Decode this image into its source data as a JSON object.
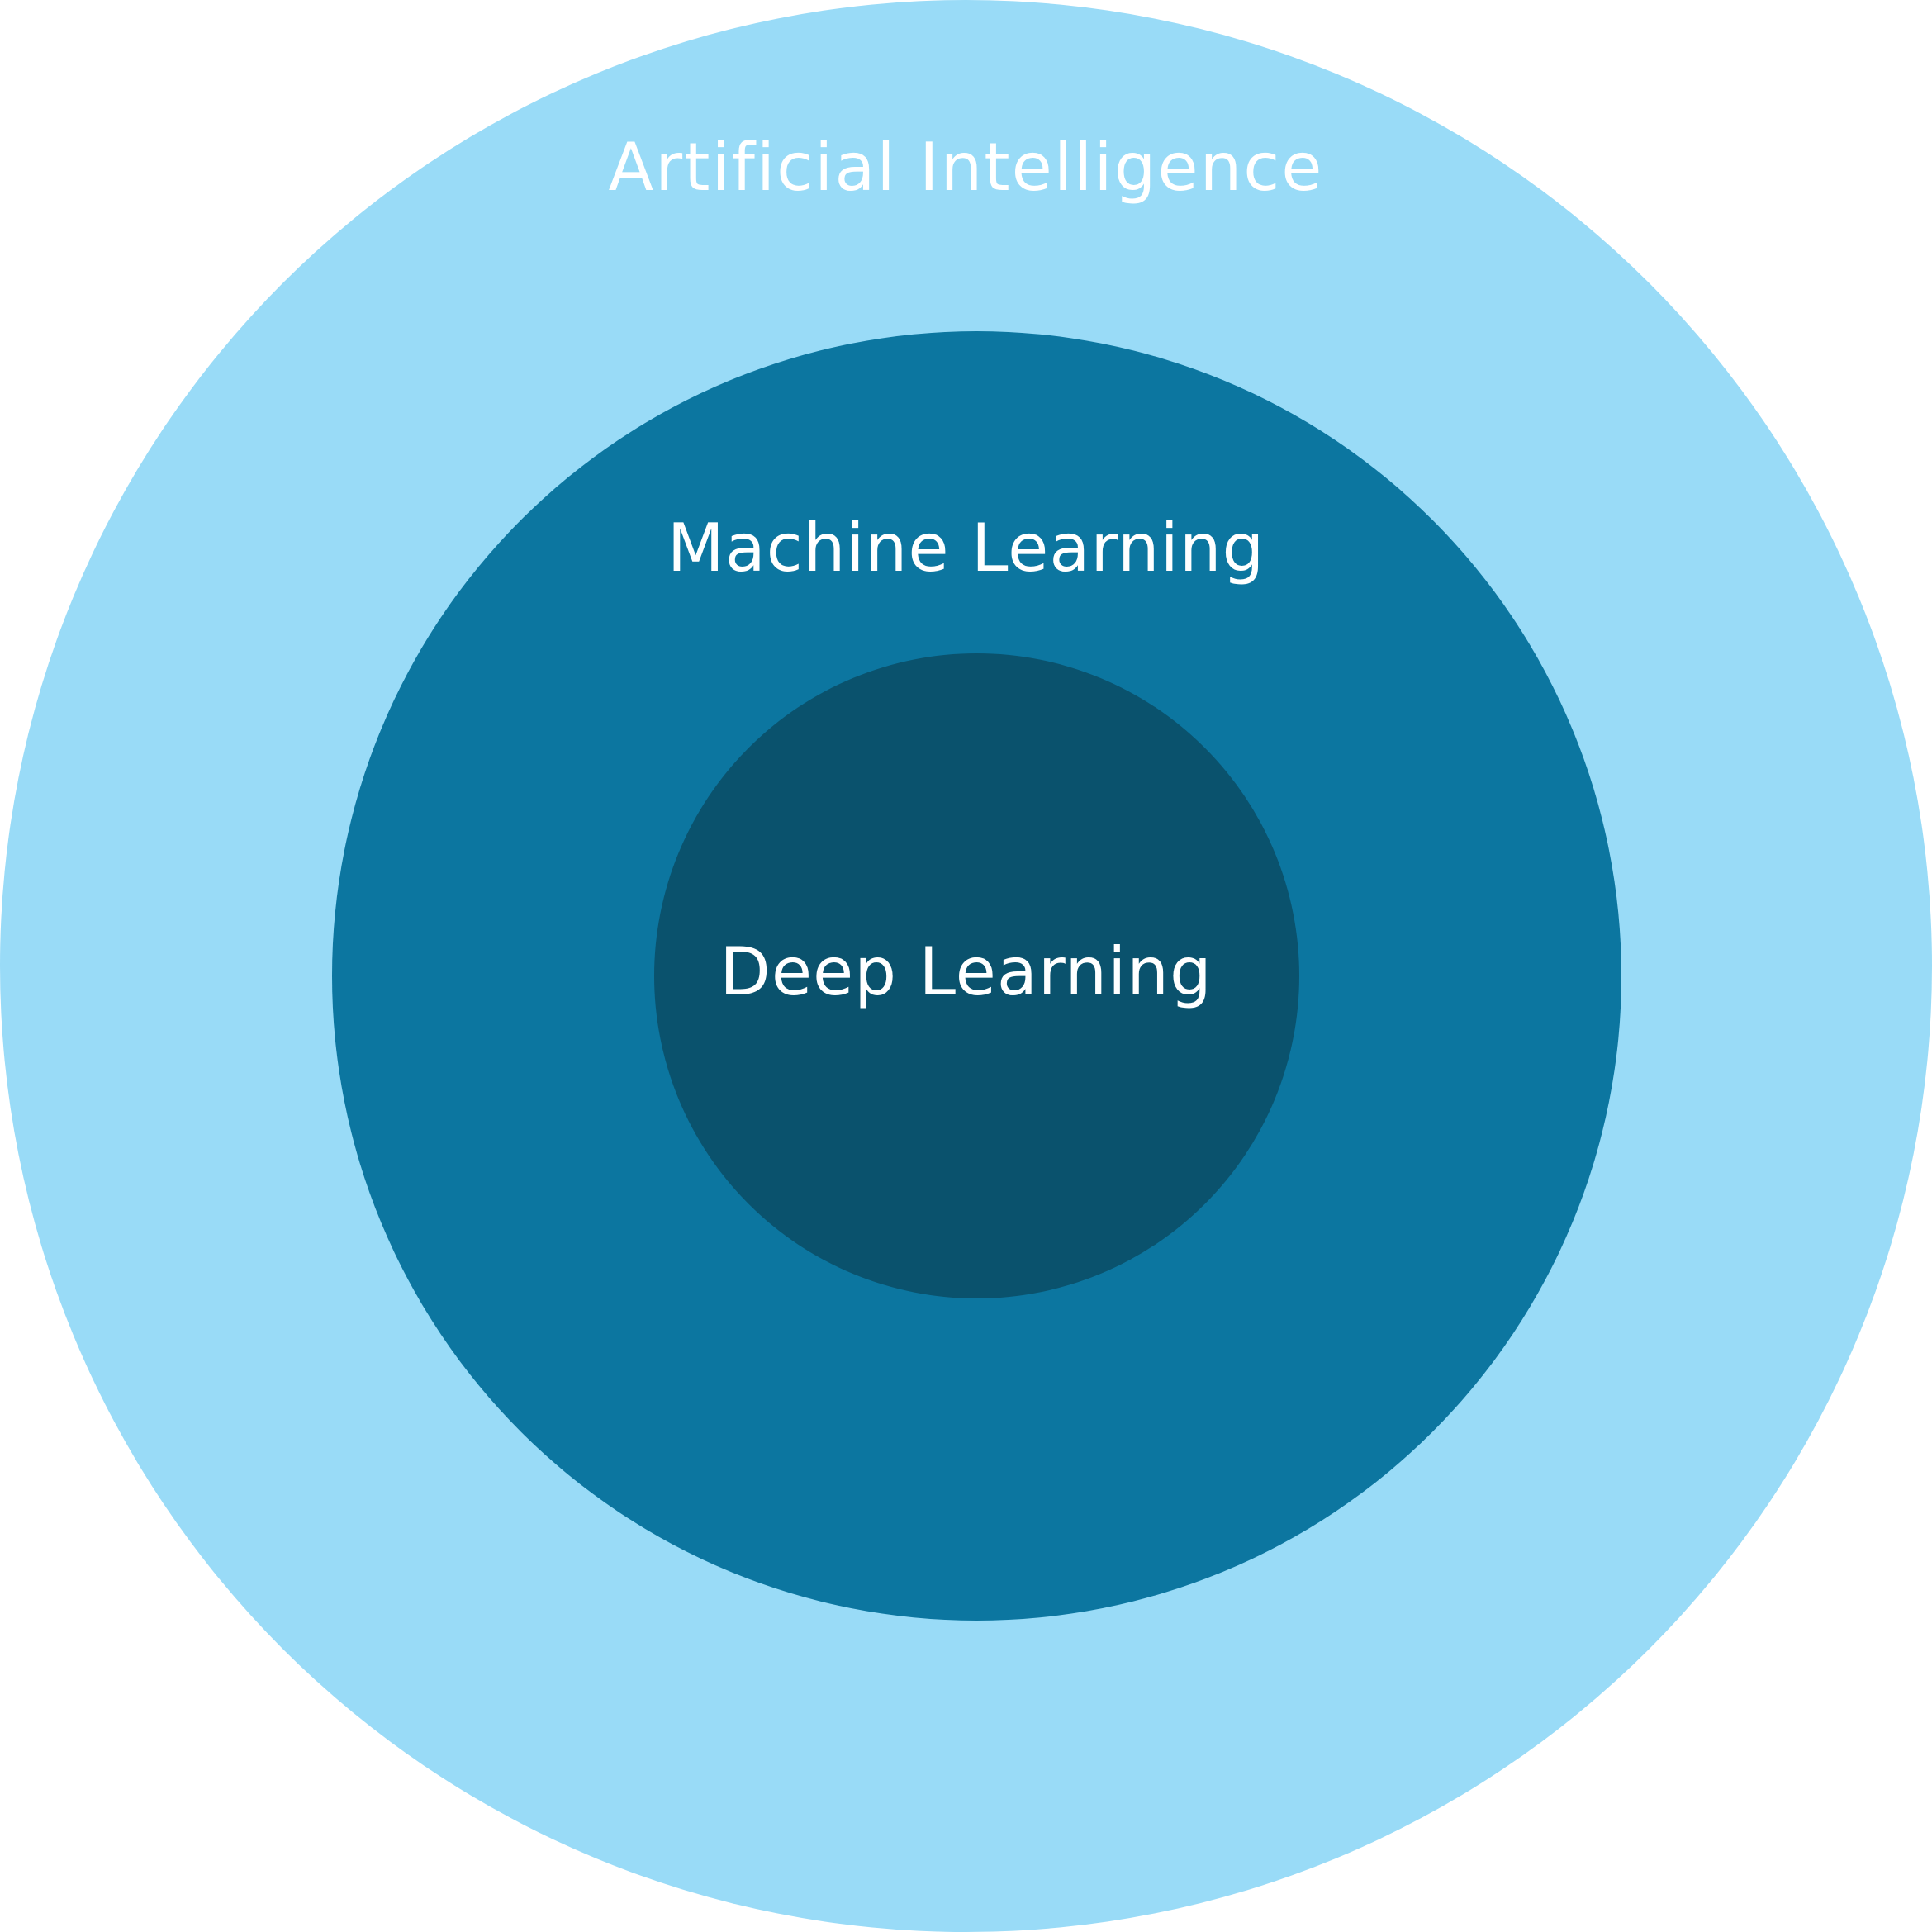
{
  "diagram": {
    "type": "nested-circles",
    "layers": [
      {
        "label": "Artificial Intelligence",
        "color": "#99dbf7",
        "text_color": "#ffffff"
      },
      {
        "label": "Machine Learning",
        "color": "#0c76a0",
        "text_color": "#ffffff"
      },
      {
        "label": "Deep Learning",
        "color": "#0a526d",
        "text_color": "#ffffff"
      }
    ]
  }
}
